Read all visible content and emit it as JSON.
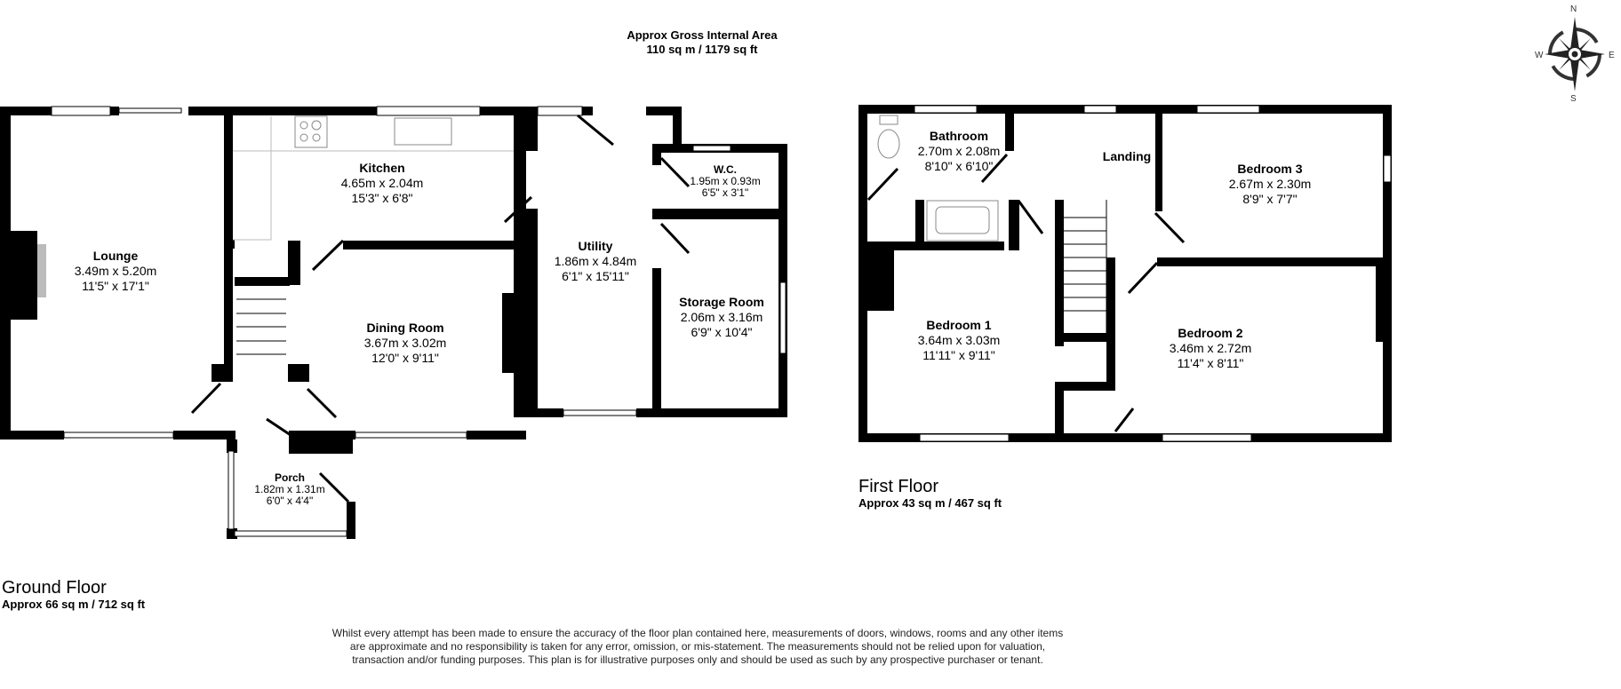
{
  "header": {
    "title": "Approx Gross Internal Area",
    "total_area": "110 sq m / 1179 sq ft"
  },
  "compass": {
    "icon": "compass-rose-icon",
    "n": "N",
    "e": "E",
    "s": "S",
    "w": "W"
  },
  "ground_floor": {
    "name": "Ground Floor",
    "area": "Approx 66 sq m / 712 sq ft",
    "rooms": [
      {
        "name": "Lounge",
        "metric": "3.49m x 5.20m",
        "imperial": "11'5\" x 17'1\""
      },
      {
        "name": "Kitchen",
        "metric": "4.65m x 2.04m",
        "imperial": "15'3\" x 6'8\""
      },
      {
        "name": "Dining Room",
        "metric": "3.67m x 3.02m",
        "imperial": "12'0\" x 9'11\""
      },
      {
        "name": "Utility",
        "metric": "1.86m x 4.84m",
        "imperial": "6'1\" x 15'11\""
      },
      {
        "name": "W.C.",
        "metric": "1.95m x 0.93m",
        "imperial": "6'5\" x 3'1\""
      },
      {
        "name": "Storage Room",
        "metric": "2.06m x 3.16m",
        "imperial": "6'9\" x 10'4\""
      },
      {
        "name": "Porch",
        "metric": "1.82m x 1.31m",
        "imperial": "6'0\" x 4'4\""
      }
    ]
  },
  "first_floor": {
    "name": "First Floor",
    "area": "Approx 43 sq m / 467 sq ft",
    "rooms": [
      {
        "name": "Bathroom",
        "metric": "2.70m x 2.08m",
        "imperial": "8'10\" x 6'10\""
      },
      {
        "name": "Landing"
      },
      {
        "name": "Bedroom 3",
        "metric": "2.67m x 2.30m",
        "imperial": "8'9\" x 7'7\""
      },
      {
        "name": "Bedroom 1",
        "metric": "3.64m x 3.03m",
        "imperial": "11'11\" x 9'11\""
      },
      {
        "name": "Bedroom 2",
        "metric": "3.46m x 2.72m",
        "imperial": "11'4\" x 8'11\""
      }
    ]
  },
  "disclaimer": "Whilst every attempt has been made to ensure the accuracy of the floor plan contained here, measurements of doors, windows, rooms and any other items are approximate and no responsibility is taken for any error, omission, or mis-statement. The measurements should not be relied upon for valuation, transaction and/or funding purposes. This plan is for illustrative purposes only and should be used as such by any prospective purchaser or tenant.",
  "colors": {
    "wall": "#000000",
    "background": "#ffffff",
    "fixture": "#888888"
  }
}
